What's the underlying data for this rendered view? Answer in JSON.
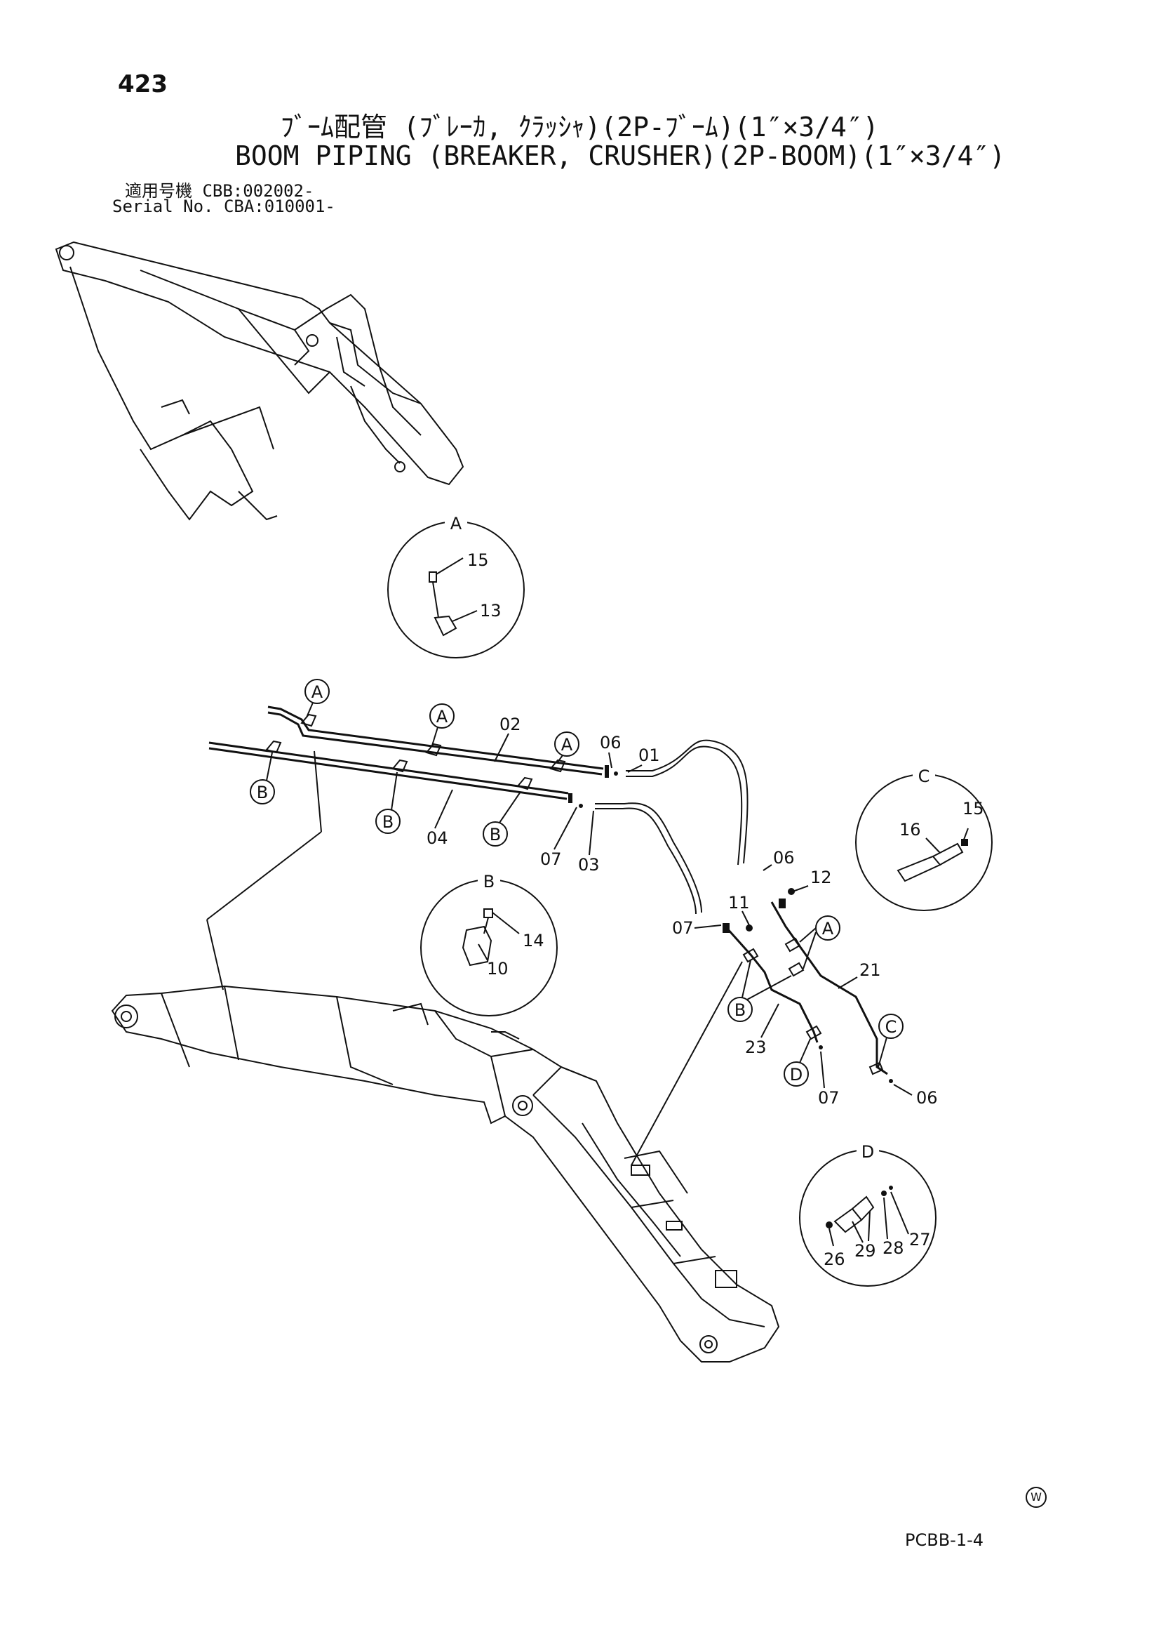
{
  "header": {
    "page_number": "423",
    "title_jp": "ﾌﾞｰﾑ配管 (ﾌﾞﾚｰｶ, ｸﾗｯｼｬ)(2P-ﾌﾞｰﾑ)(1″×3/4″)",
    "title_en": "BOOM PIPING (BREAKER, CRUSHER)(2P-BOOM)(1″×3/4″)",
    "serial_jp": "適用号機  CBB:002002-",
    "serial_en": "Serial No. CBA:010001-"
  },
  "details": {
    "A": {
      "label": "A",
      "parts": [
        "15",
        "13"
      ]
    },
    "B": {
      "label": "B",
      "parts": [
        "14",
        "10"
      ]
    },
    "C": {
      "label": "C",
      "parts": [
        "16",
        "15"
      ]
    },
    "D": {
      "label": "D",
      "parts": [
        "26",
        "29",
        "28",
        "27"
      ]
    }
  },
  "callouts": {
    "A": "A",
    "B": "B",
    "C": "C",
    "D": "D"
  },
  "part_labels": {
    "p01": "01",
    "p02": "02",
    "p03": "03",
    "p04": "04",
    "p06a": "06",
    "p06b": "06",
    "p06c": "06",
    "p07a": "07",
    "p07b": "07",
    "p07c": "07",
    "p11": "11",
    "p12": "12",
    "p21": "21",
    "p23": "23"
  },
  "footer": {
    "page_code": "PCBB-1-4",
    "mark": "W"
  }
}
